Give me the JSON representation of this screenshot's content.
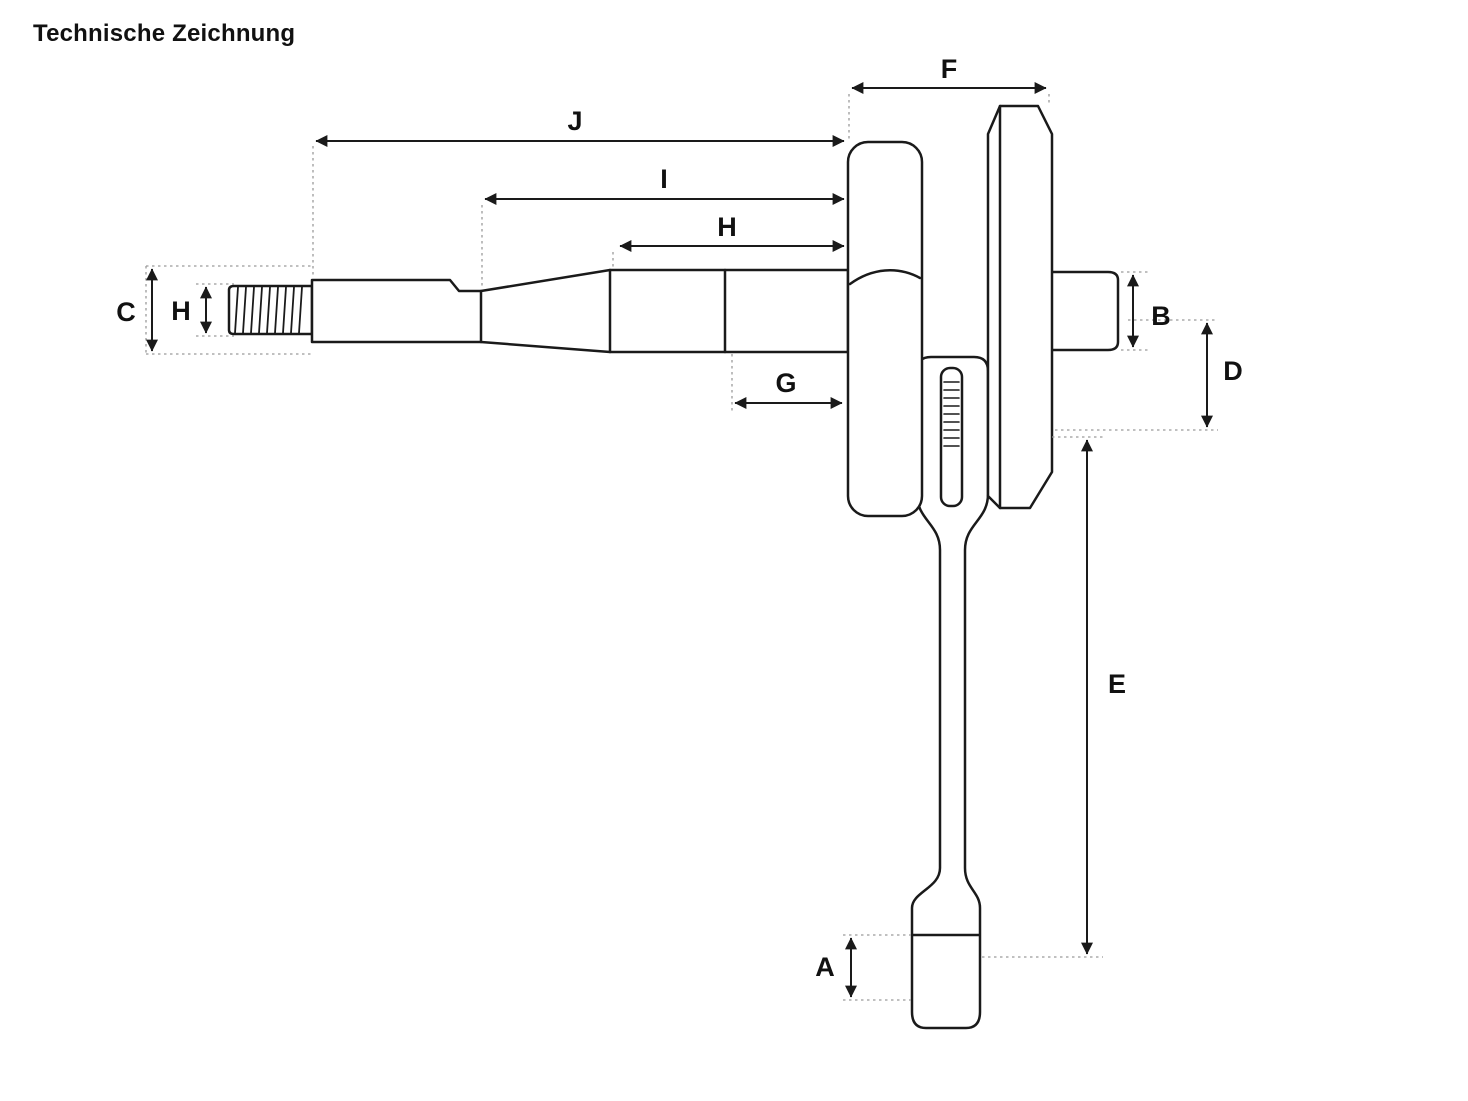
{
  "title": "Technische Zeichnung",
  "labels": {
    "A": "A",
    "B": "B",
    "C": "C",
    "D": "D",
    "E": "E",
    "F": "F",
    "G": "G",
    "H_left": "H",
    "H_top": "H",
    "I": "I",
    "J": "J"
  },
  "colors": {
    "line": "#1a1a1a",
    "construction": "#9a9a9a",
    "label": "#111111",
    "background": "#ffffff"
  }
}
